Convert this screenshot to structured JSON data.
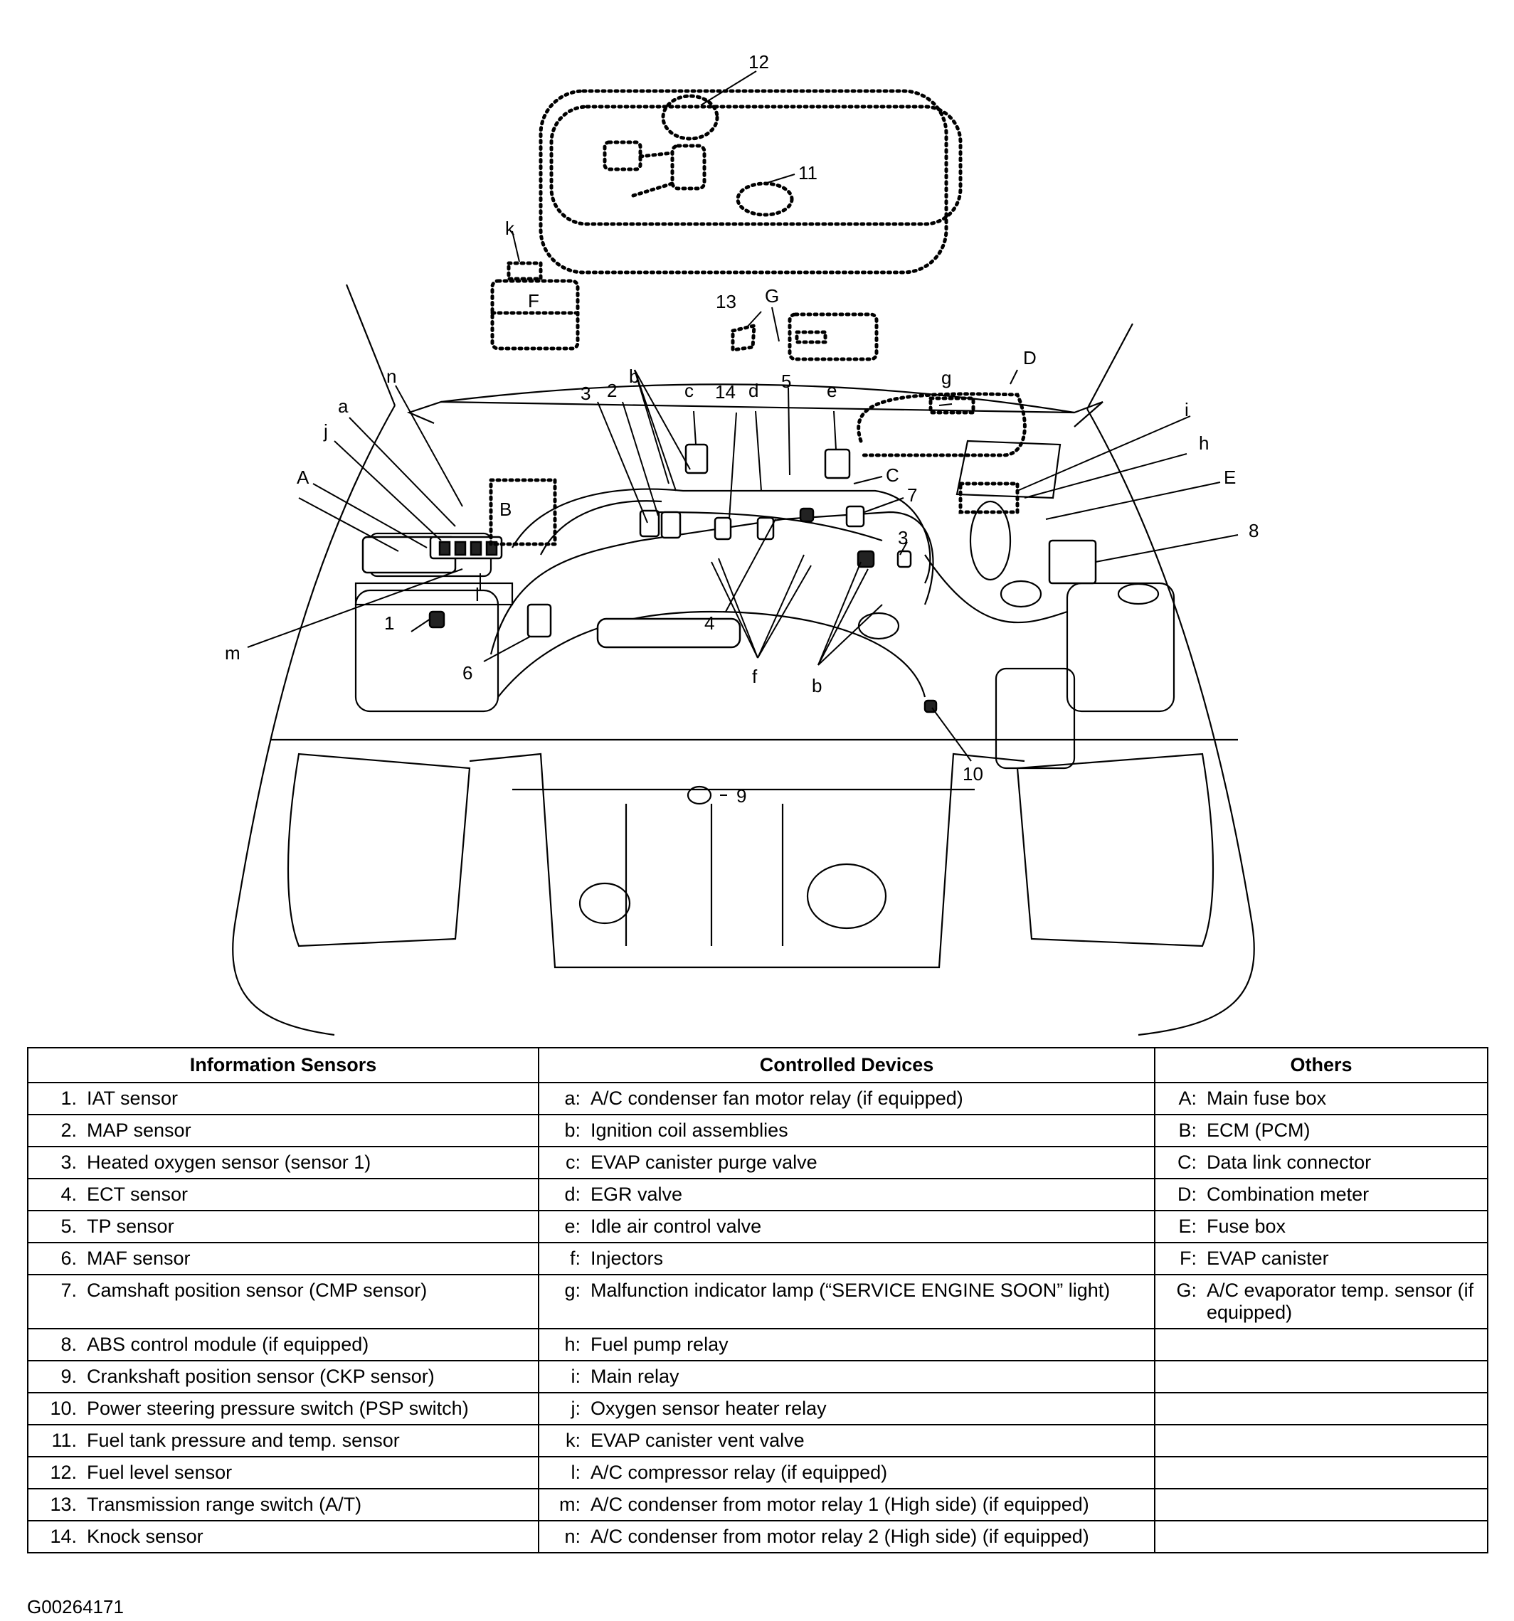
{
  "diagram_labels": {
    "n1": "1",
    "n2": "2",
    "n3a": "3",
    "n3b": "3",
    "n4": "4",
    "n5": "5",
    "n6": "6",
    "n7": "7",
    "n8": "8",
    "n9": "9",
    "n10": "10",
    "n11": "11",
    "n12": "12",
    "n13": "13",
    "n14": "14",
    "la": "a",
    "lb1": "b",
    "lb2": "b",
    "lc": "c",
    "ld": "d",
    "le": "e",
    "lf": "f",
    "lg": "g",
    "lh": "h",
    "li": "i",
    "lj": "j",
    "lk": "k",
    "ll": "l",
    "lm": "m",
    "ln": "n",
    "uA": "A",
    "uB": "B",
    "uC": "C",
    "uD": "D",
    "uE": "E",
    "uF": "F",
    "uG": "G"
  },
  "table": {
    "headers": [
      "Information Sensors",
      "Controlled Devices",
      "Others"
    ],
    "rows": [
      {
        "s_key": "1.",
        "s": "IAT sensor",
        "d_key": "a:",
        "d": "A/C condenser fan motor relay (if equipped)",
        "o_key": "A:",
        "o": "Main fuse box"
      },
      {
        "s_key": "2.",
        "s": "MAP sensor",
        "d_key": "b:",
        "d": "Ignition coil assemblies",
        "o_key": "B:",
        "o": "ECM (PCM)"
      },
      {
        "s_key": "3.",
        "s": "Heated oxygen sensor (sensor 1)",
        "d_key": "c:",
        "d": "EVAP canister purge valve",
        "o_key": "C:",
        "o": "Data link connector"
      },
      {
        "s_key": "4.",
        "s": "ECT sensor",
        "d_key": "d:",
        "d": "EGR valve",
        "o_key": "D:",
        "o": "Combination meter"
      },
      {
        "s_key": "5.",
        "s": "TP sensor",
        "d_key": "e:",
        "d": "Idle air control valve",
        "o_key": "E:",
        "o": "Fuse box"
      },
      {
        "s_key": "6.",
        "s": "MAF sensor",
        "d_key": "f:",
        "d": "Injectors",
        "o_key": "F:",
        "o": "EVAP canister"
      },
      {
        "s_key": "7.",
        "s": "Camshaft position sensor (CMP sensor)",
        "d_key": "g:",
        "d": "Malfunction indicator lamp (“SERVICE ENGINE SOON” light)",
        "o_key": "G:",
        "o": "A/C evaporator temp. sensor (if equipped)"
      },
      {
        "s_key": "8.",
        "s": "ABS control module (if equipped)",
        "d_key": "h:",
        "d": "Fuel pump relay",
        "o_key": "",
        "o": ""
      },
      {
        "s_key": "9.",
        "s": "Crankshaft position sensor (CKP sensor)",
        "d_key": "i:",
        "d": "Main relay",
        "o_key": "",
        "o": ""
      },
      {
        "s_key": "10.",
        "s": "Power steering pressure switch (PSP switch)",
        "d_key": "j:",
        "d": "Oxygen sensor heater relay",
        "o_key": "",
        "o": ""
      },
      {
        "s_key": "11.",
        "s": "Fuel tank pressure and temp. sensor",
        "d_key": "k:",
        "d": "EVAP canister vent valve",
        "o_key": "",
        "o": ""
      },
      {
        "s_key": "12.",
        "s": "Fuel level sensor",
        "d_key": "l:",
        "d": "A/C compressor relay (if equipped)",
        "o_key": "",
        "o": ""
      },
      {
        "s_key": "13.",
        "s": "Transmission range switch (A/T)",
        "d_key": "m:",
        "d": "A/C condenser from motor relay 1 (High side) (if equipped)",
        "o_key": "",
        "o": ""
      },
      {
        "s_key": "14.",
        "s": "Knock sensor",
        "d_key": "n:",
        "d": "A/C condenser from motor relay 2 (High side) (if equipped)",
        "o_key": "",
        "o": ""
      }
    ]
  },
  "figure_id": "G00264171"
}
